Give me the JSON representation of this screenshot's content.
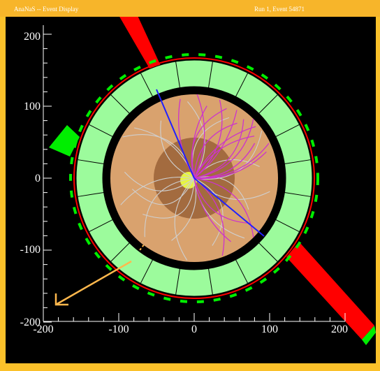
{
  "window": {
    "title": "AnaNaS -- Event Display",
    "run_info": "Run 1, Event 54871"
  },
  "axes": {
    "x_ticks": [
      "-200",
      "-100",
      "0",
      "100",
      "200"
    ],
    "y_ticks": [
      "200",
      "100",
      "0",
      "-100",
      "-200"
    ],
    "x_range": [
      -200,
      200
    ],
    "y_range": [
      -200,
      200
    ]
  },
  "colors": {
    "frame": "#fbc12a",
    "background": "#000000",
    "calorimeter": "#9cfb9c",
    "calorimeter_border": "#000000",
    "tracker": "#d9a26e",
    "inner_core": "#a36b3f",
    "vertex": "#e6f542",
    "energy_red": "#ff0000",
    "energy_green": "#00ee00",
    "tracks_magenta": "#cc33cc",
    "tracks_grey": "#cfcfcf",
    "jet_blue": "#2020ff",
    "missing_et": "#ffb84d"
  },
  "icons": [
    "missing-energy-arrow-icon"
  ]
}
